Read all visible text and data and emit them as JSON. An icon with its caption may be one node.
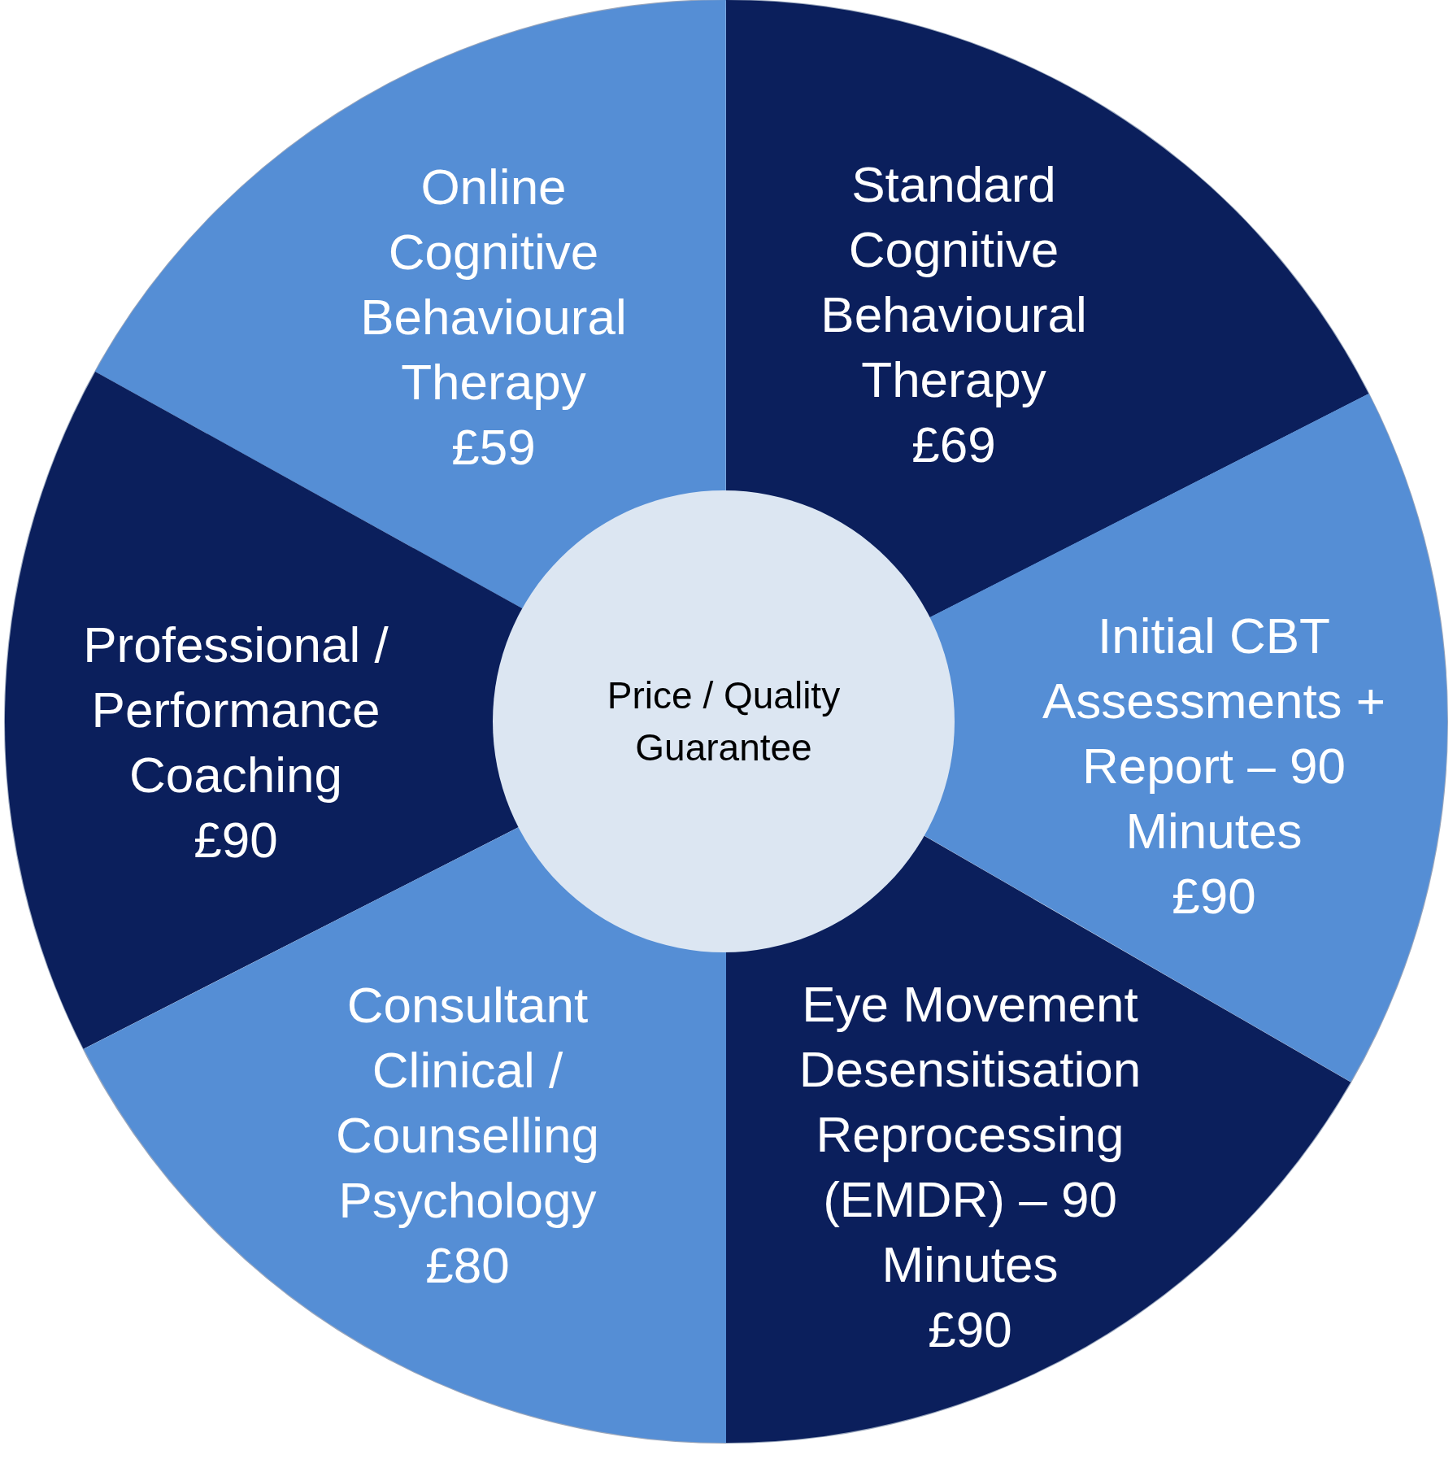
{
  "diagram": {
    "nodes": [
      {
        "text": [
          "Online Cognitive Behavioural Therapy",
          "£59"
        ]
      },
      {
        "text": [
          "Standard Cognitive Behavioural Therapy",
          "£69"
        ]
      },
      {
        "text": [
          "Professional / Performance Coaching",
          "£90"
        ]
      },
      {
        "text": [
          "Price / Quality Guarantee"
        ]
      },
      {
        "text": [
          "Initial CBT Assessments + Report – 90 Minutes",
          "£90"
        ]
      },
      {
        "text": [
          "Consultant Clinical / Counselling Psychology",
          "£80"
        ]
      },
      {
        "text": [
          "Eye Movement Desensitisation Reprocessing (EMDR) – 90 Minutes",
          "£90"
        ]
      }
    ],
    "edges": []
  }
}
